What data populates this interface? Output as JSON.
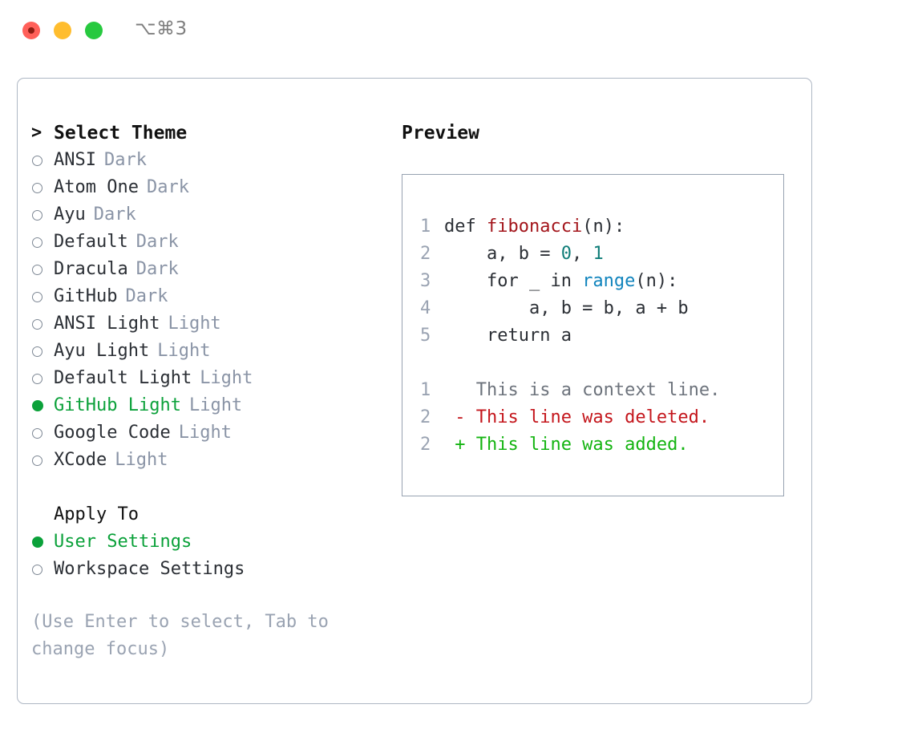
{
  "window": {
    "shortcut": "⌥⌘3",
    "traffic_lights": [
      "close",
      "minimize",
      "maximize"
    ],
    "accent_green": "#0ba13a",
    "border_color": "#aeb7c4"
  },
  "theme_picker": {
    "header": "Select Theme",
    "header_caret": ">",
    "items": [
      {
        "name": "ANSI",
        "tag": "Dark",
        "selected": false
      },
      {
        "name": "Atom One",
        "tag": "Dark",
        "selected": false
      },
      {
        "name": "Ayu",
        "tag": "Dark",
        "selected": false
      },
      {
        "name": "Default",
        "tag": "Dark",
        "selected": false
      },
      {
        "name": "Dracula",
        "tag": "Dark",
        "selected": false
      },
      {
        "name": "GitHub",
        "tag": "Dark",
        "selected": false
      },
      {
        "name": "ANSI Light",
        "tag": "Light",
        "selected": false
      },
      {
        "name": "Ayu Light",
        "tag": "Light",
        "selected": false
      },
      {
        "name": "Default Light",
        "tag": "Light",
        "selected": false
      },
      {
        "name": "GitHub Light",
        "tag": "Light",
        "selected": true
      },
      {
        "name": "Google Code",
        "tag": "Light",
        "selected": false
      },
      {
        "name": "XCode",
        "tag": "Light",
        "selected": false
      }
    ]
  },
  "apply_to": {
    "title": "Apply To",
    "options": [
      {
        "label": "User Settings",
        "selected": true
      },
      {
        "label": "Workspace Settings",
        "selected": false
      }
    ]
  },
  "hint": "(Use Enter to select, Tab to change focus)",
  "preview": {
    "title": "Preview",
    "code_lines": [
      {
        "no": "1",
        "parts": [
          {
            "t": "def ",
            "c": "plain"
          },
          {
            "t": "fibonacci",
            "c": "fn"
          },
          {
            "t": "(n):",
            "c": "plain"
          }
        ]
      },
      {
        "no": "2",
        "parts": [
          {
            "t": "    a, b = ",
            "c": "plain"
          },
          {
            "t": "0",
            "c": "num"
          },
          {
            "t": ", ",
            "c": "plain"
          },
          {
            "t": "1",
            "c": "num"
          }
        ]
      },
      {
        "no": "3",
        "parts": [
          {
            "t": "    for _ in ",
            "c": "plain"
          },
          {
            "t": "range",
            "c": "call"
          },
          {
            "t": "(n):",
            "c": "plain"
          }
        ]
      },
      {
        "no": "4",
        "parts": [
          {
            "t": "        a, b = b, a + b",
            "c": "plain"
          }
        ]
      },
      {
        "no": "5",
        "parts": [
          {
            "t": "    return a",
            "c": "plain"
          }
        ]
      }
    ],
    "diff_lines": [
      {
        "no": "1",
        "marker": " ",
        "text": "This is a context line.",
        "kind": "ctx"
      },
      {
        "no": "2",
        "marker": "-",
        "text": "This line was deleted.",
        "kind": "del"
      },
      {
        "no": "2",
        "marker": "+",
        "text": "This line was added.",
        "kind": "add"
      }
    ]
  }
}
